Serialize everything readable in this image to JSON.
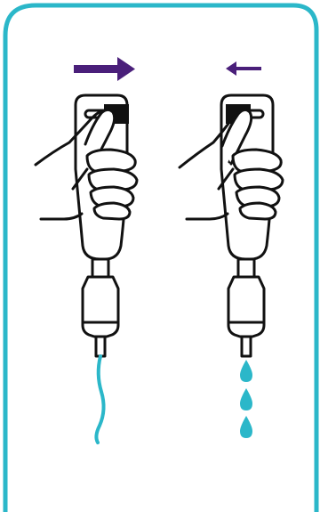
{
  "colors": {
    "frame": "#2bb7c9",
    "arrow": "#4a1f7a",
    "water": "#2bb7c9",
    "ink": "#111111",
    "background": "#ffffff"
  },
  "panels": [
    {
      "id": "left",
      "arrow_direction": "right",
      "arrow_weight": "thick",
      "slider_position": "right",
      "output": "continuous-stream"
    },
    {
      "id": "right",
      "arrow_direction": "left",
      "arrow_weight": "thin",
      "slider_position": "left",
      "output": "drops",
      "drop_count": 3
    }
  ],
  "icons": [
    "arrow-right-icon",
    "arrow-left-icon",
    "hand-icon",
    "spray-nozzle-icon",
    "water-stream-icon",
    "water-drop-icon"
  ]
}
